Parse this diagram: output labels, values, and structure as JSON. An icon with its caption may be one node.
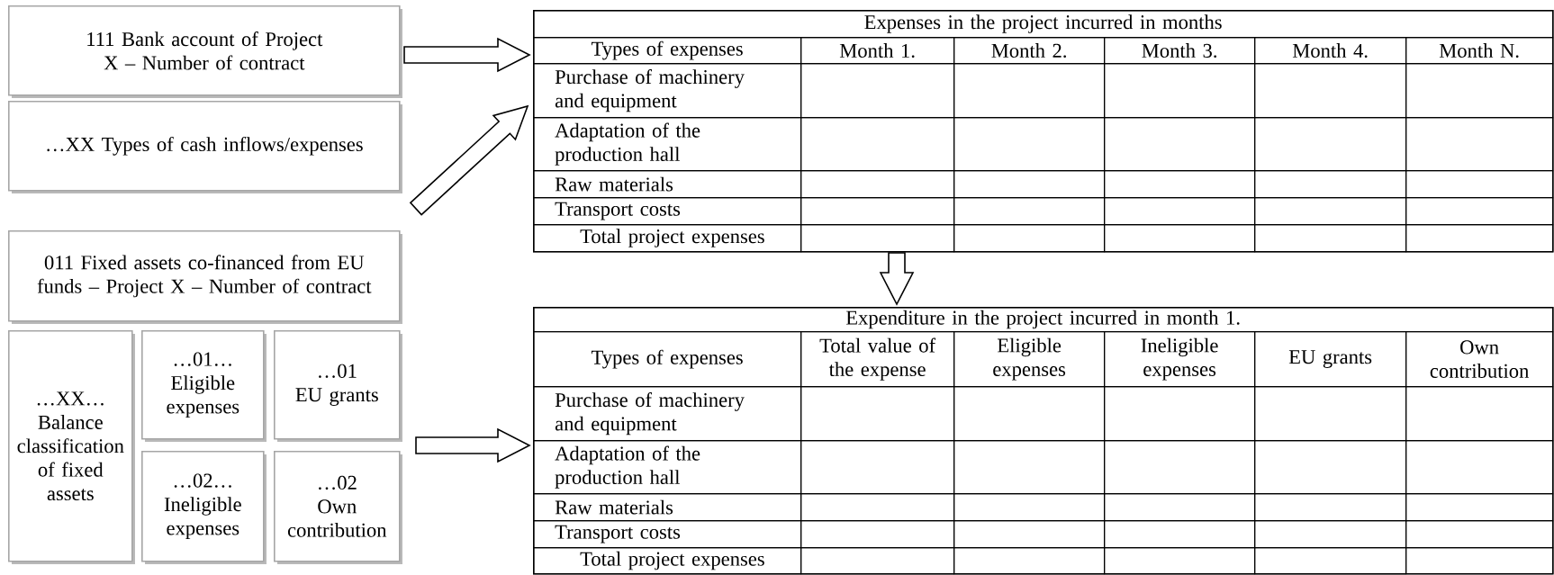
{
  "diagram": {
    "nodes": [
      {
        "text": [
          "111 Bank account of Project X – Number of contract"
        ]
      },
      {
        "text": [
          "…XX Types of cash inflows/expenses"
        ]
      },
      {
        "text": [
          "011 Fixed assets co-financed from EU funds – Project X – Number of contract"
        ]
      },
      {
        "text": [
          "…XX…",
          "Balance classification of fixed assets"
        ]
      },
      {
        "text": [
          "…01…",
          "Eligible expenses"
        ]
      },
      {
        "text": [
          "…01",
          "EU grants"
        ]
      },
      {
        "text": [
          "…02…",
          "Ineligible expenses"
        ]
      },
      {
        "text": [
          "…02",
          "Own contribution"
        ]
      },
      {
        "text": [
          "Expenses in the project incurred in months",
          "Types of expenses",
          "Month 1.",
          "Month 2.",
          "Month 3.",
          "Month 4.",
          "Month N.",
          "Purchase of machinery and equipment",
          "Adaptation of the production hall",
          "Raw materials",
          "Transport costs",
          "Total project expenses"
        ]
      },
      {
        "text": [
          "Expenditure in the project incurred in month 1.",
          "Types of expenses",
          "Total value of the expense",
          "Eligible expenses",
          "Ineligible expenses",
          "EU grants",
          "Own contribution",
          "Purchase of machinery and equipment",
          "Adaptation of the production hall",
          "Raw materials",
          "Transport costs",
          "Total project expenses"
        ]
      }
    ],
    "edges": [
      {
        "from": 0,
        "to": 8,
        "arrow": "to"
      },
      {
        "from": 1,
        "to": 8,
        "arrow": "to"
      },
      {
        "from": 8,
        "to": 9,
        "arrow": "to"
      },
      {
        "from": null,
        "to": 9,
        "arrow": "to"
      }
    ]
  }
}
